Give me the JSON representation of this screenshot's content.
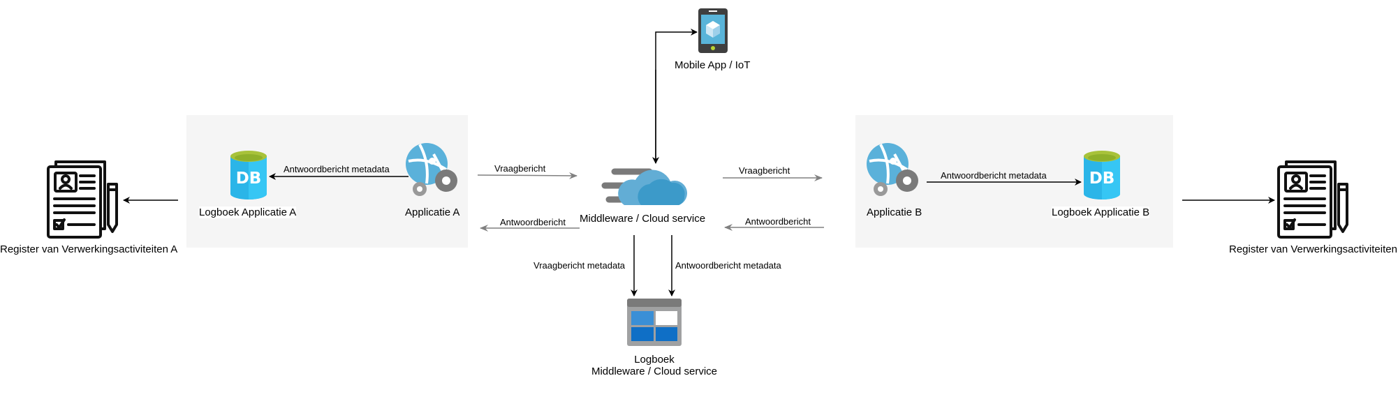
{
  "diagram": {
    "nodes": {
      "register_a": {
        "label": "Register van Verwerkingsactiviteiten A",
        "icon": "document-register-icon"
      },
      "logboek_a": {
        "label": "Logboek Applicatie A",
        "icon": "database-icon",
        "icon_text": "DB"
      },
      "applicatie_a": {
        "label": "Applicatie A",
        "icon": "web-app-gear-icon"
      },
      "middleware": {
        "label": "Middleware / Cloud service",
        "icon": "cloud-icon"
      },
      "mobile": {
        "label": "Mobile App / IoT",
        "icon": "mobile-device-icon"
      },
      "logboek_mw": {
        "label_line1": "Logboek",
        "label_line2": "Middleware / Cloud service",
        "icon": "table-storage-icon"
      },
      "applicatie_b": {
        "label": "Applicatie B",
        "icon": "web-app-gear-icon"
      },
      "logboek_b": {
        "label": "Logboek Applicatie B",
        "icon": "database-icon",
        "icon_text": "DB"
      },
      "register_b": {
        "label": "Register van Verwerkingsactiviteiten B",
        "icon": "document-register-icon"
      }
    },
    "edges": {
      "appA_to_logA": "Antwoordbericht metadata",
      "appA_to_mw": "Vraagbericht",
      "mw_to_appA": "Antwoordbericht",
      "mw_to_appB": "Vraagbericht",
      "appB_to_mw": "Antwoordbericht",
      "appB_to_logB": "Antwoordbericht metadata",
      "mw_to_log_vraag": "Vraagbericht metadata",
      "mw_to_log_antwoord": "Antwoordbericht metadata"
    },
    "colors": {
      "group_bg": "#f5f5f5",
      "db_blue": "#2bb5e8",
      "db_top": "#a8c23a",
      "globe_blue": "#5ab1da",
      "gear_gray": "#7a7a7a",
      "cloud_blue": "#3c9ac9",
      "cloud_light": "#62add5",
      "arrow_gray": "#808080"
    }
  }
}
